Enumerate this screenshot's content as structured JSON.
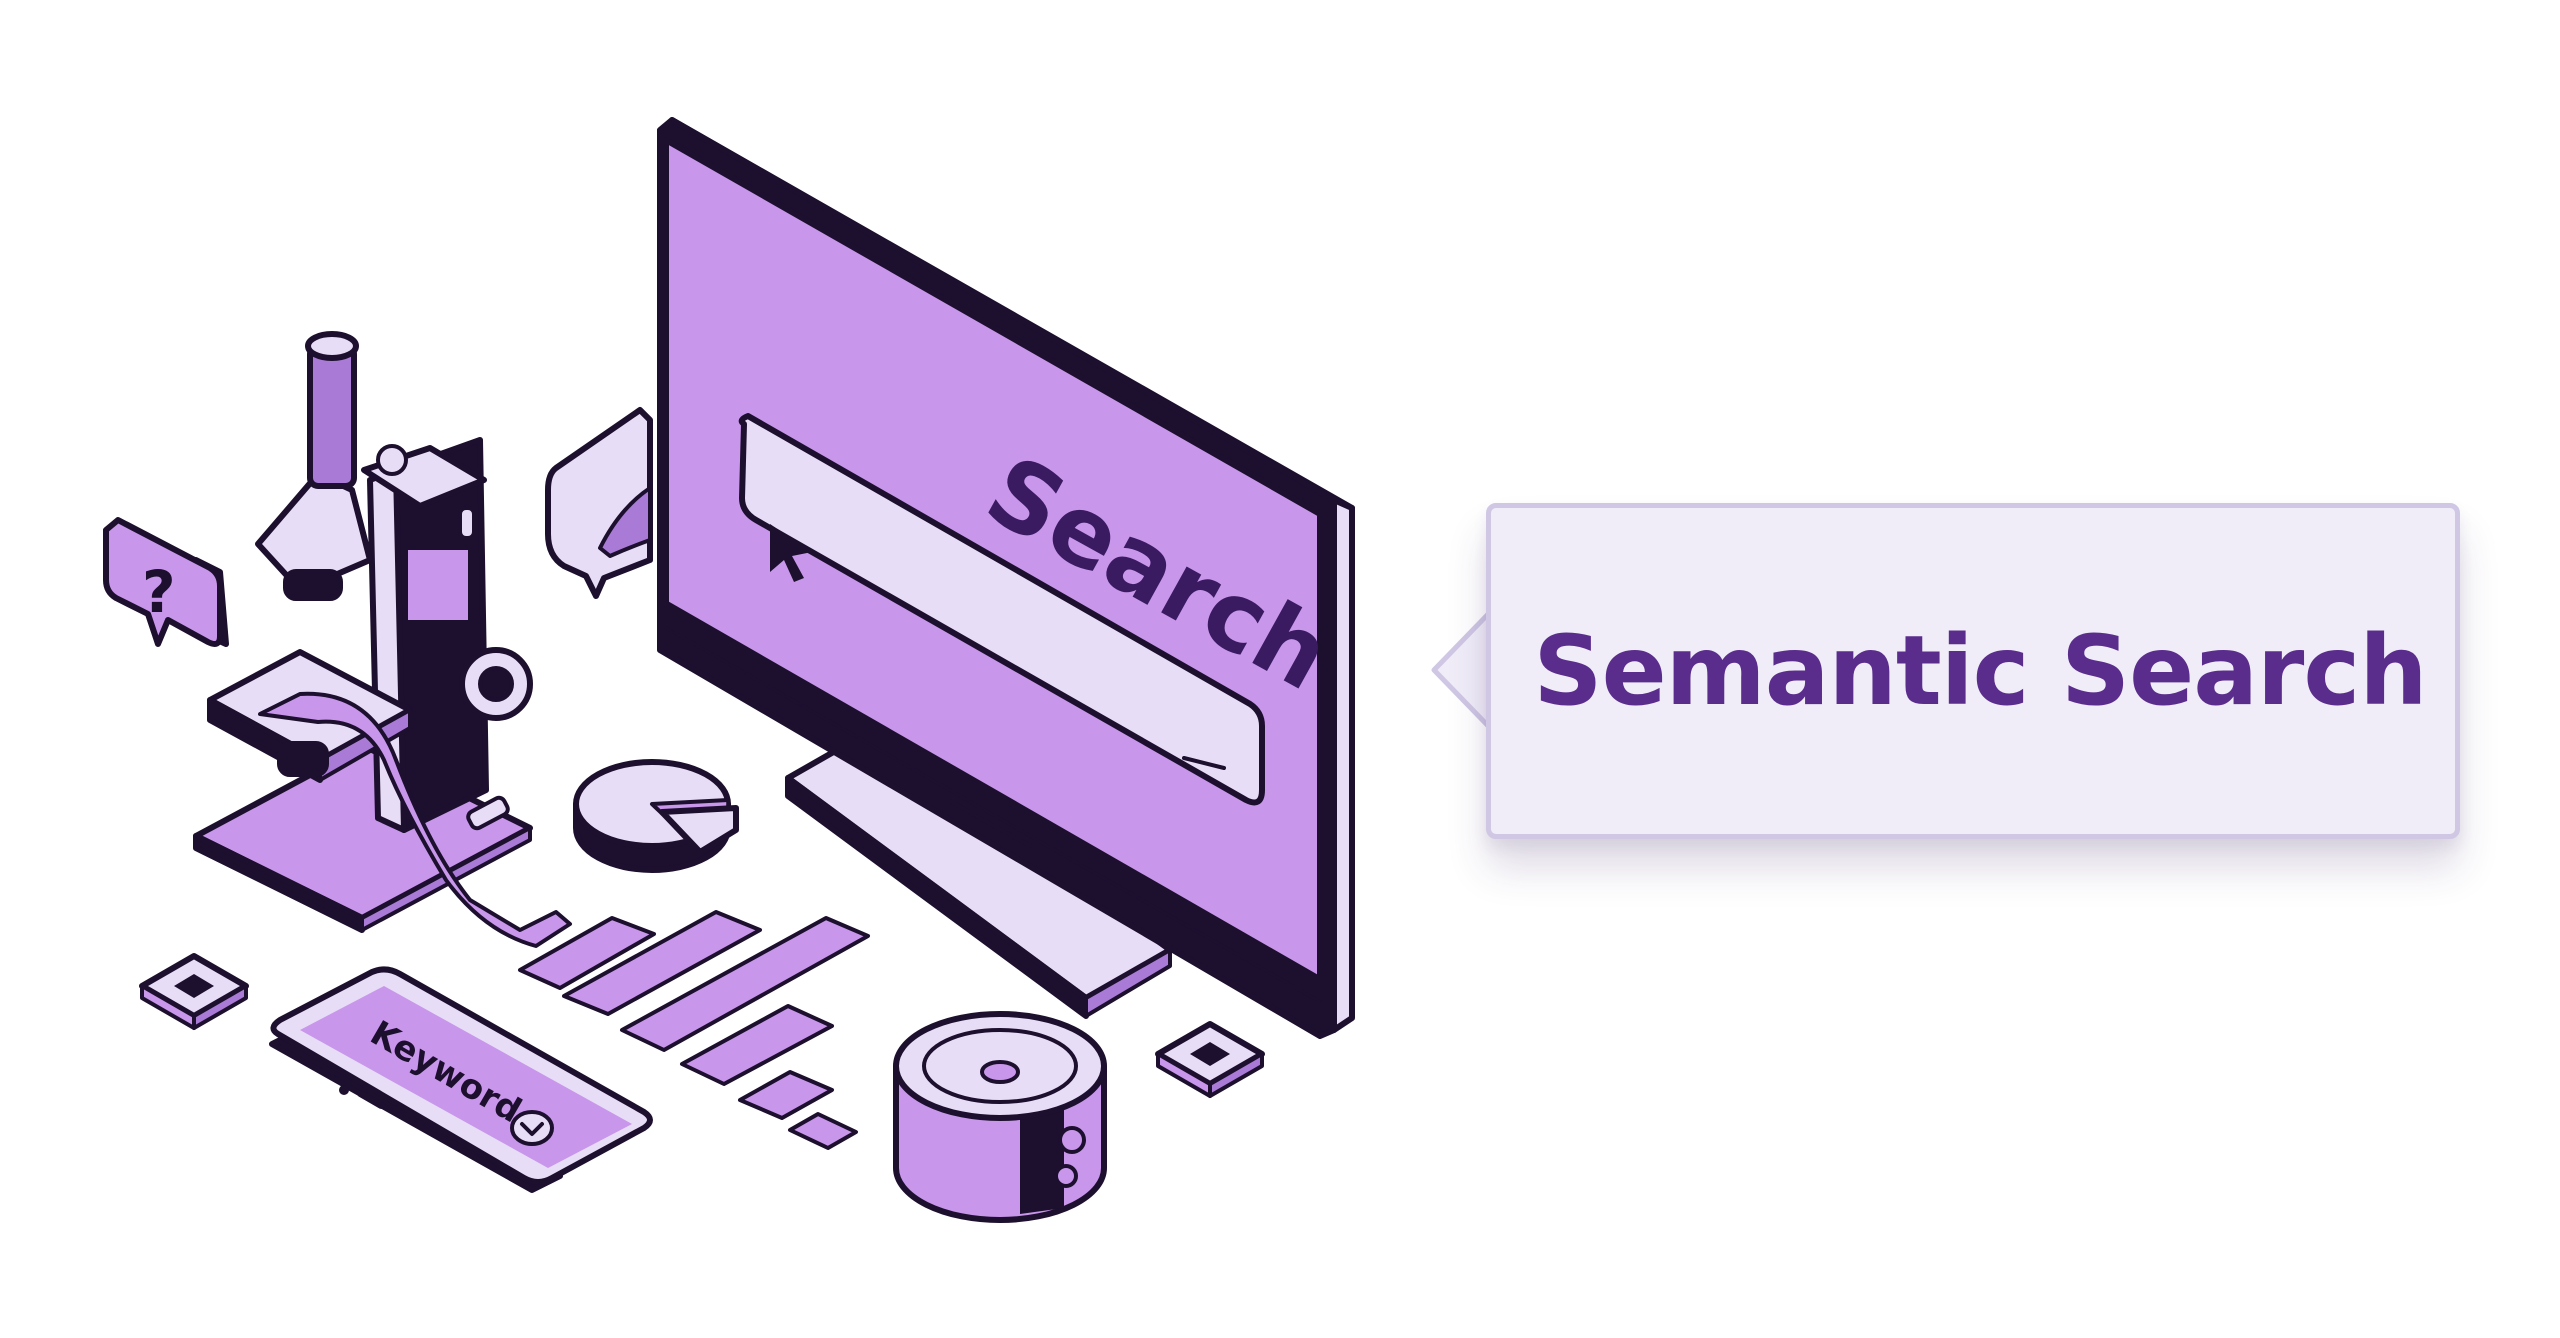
{
  "illustration": {
    "screen_search_label": "Search",
    "phone_label": "Keyword",
    "question_glyph": "?"
  },
  "callout": {
    "title": "Semantic Search"
  },
  "colors": {
    "primary": "#5a2d8c",
    "purple_fill": "#c896ea",
    "light_fill": "#e8ddf6",
    "outline": "#1d0f2e",
    "callout_bg": "#f0edf8",
    "callout_border": "#cfc7e4"
  }
}
